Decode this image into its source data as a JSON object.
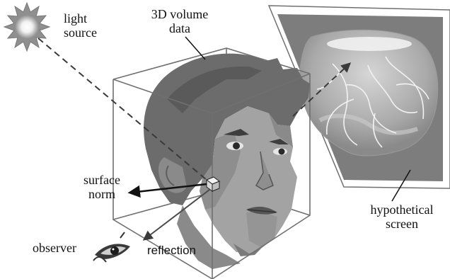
{
  "labels": {
    "light_source_1": "light",
    "light_source_2": "source",
    "volume_1": "3D volume",
    "volume_2": "data",
    "surface_norm_1": "surface",
    "surface_norm_2": "norm",
    "observer": "observer",
    "reflection": "reflection",
    "screen_1": "hypothetical",
    "screen_2": "screen"
  },
  "colors": {
    "cube_edge": "#707070",
    "dashed_ray": "#3a3a3a",
    "arrow": "#111111",
    "screen_bg": "#7d7d7d",
    "brain_vessel": "#f2f2f2",
    "skin_mid": "#9a9a9a",
    "hair": "#6c6c6c"
  }
}
